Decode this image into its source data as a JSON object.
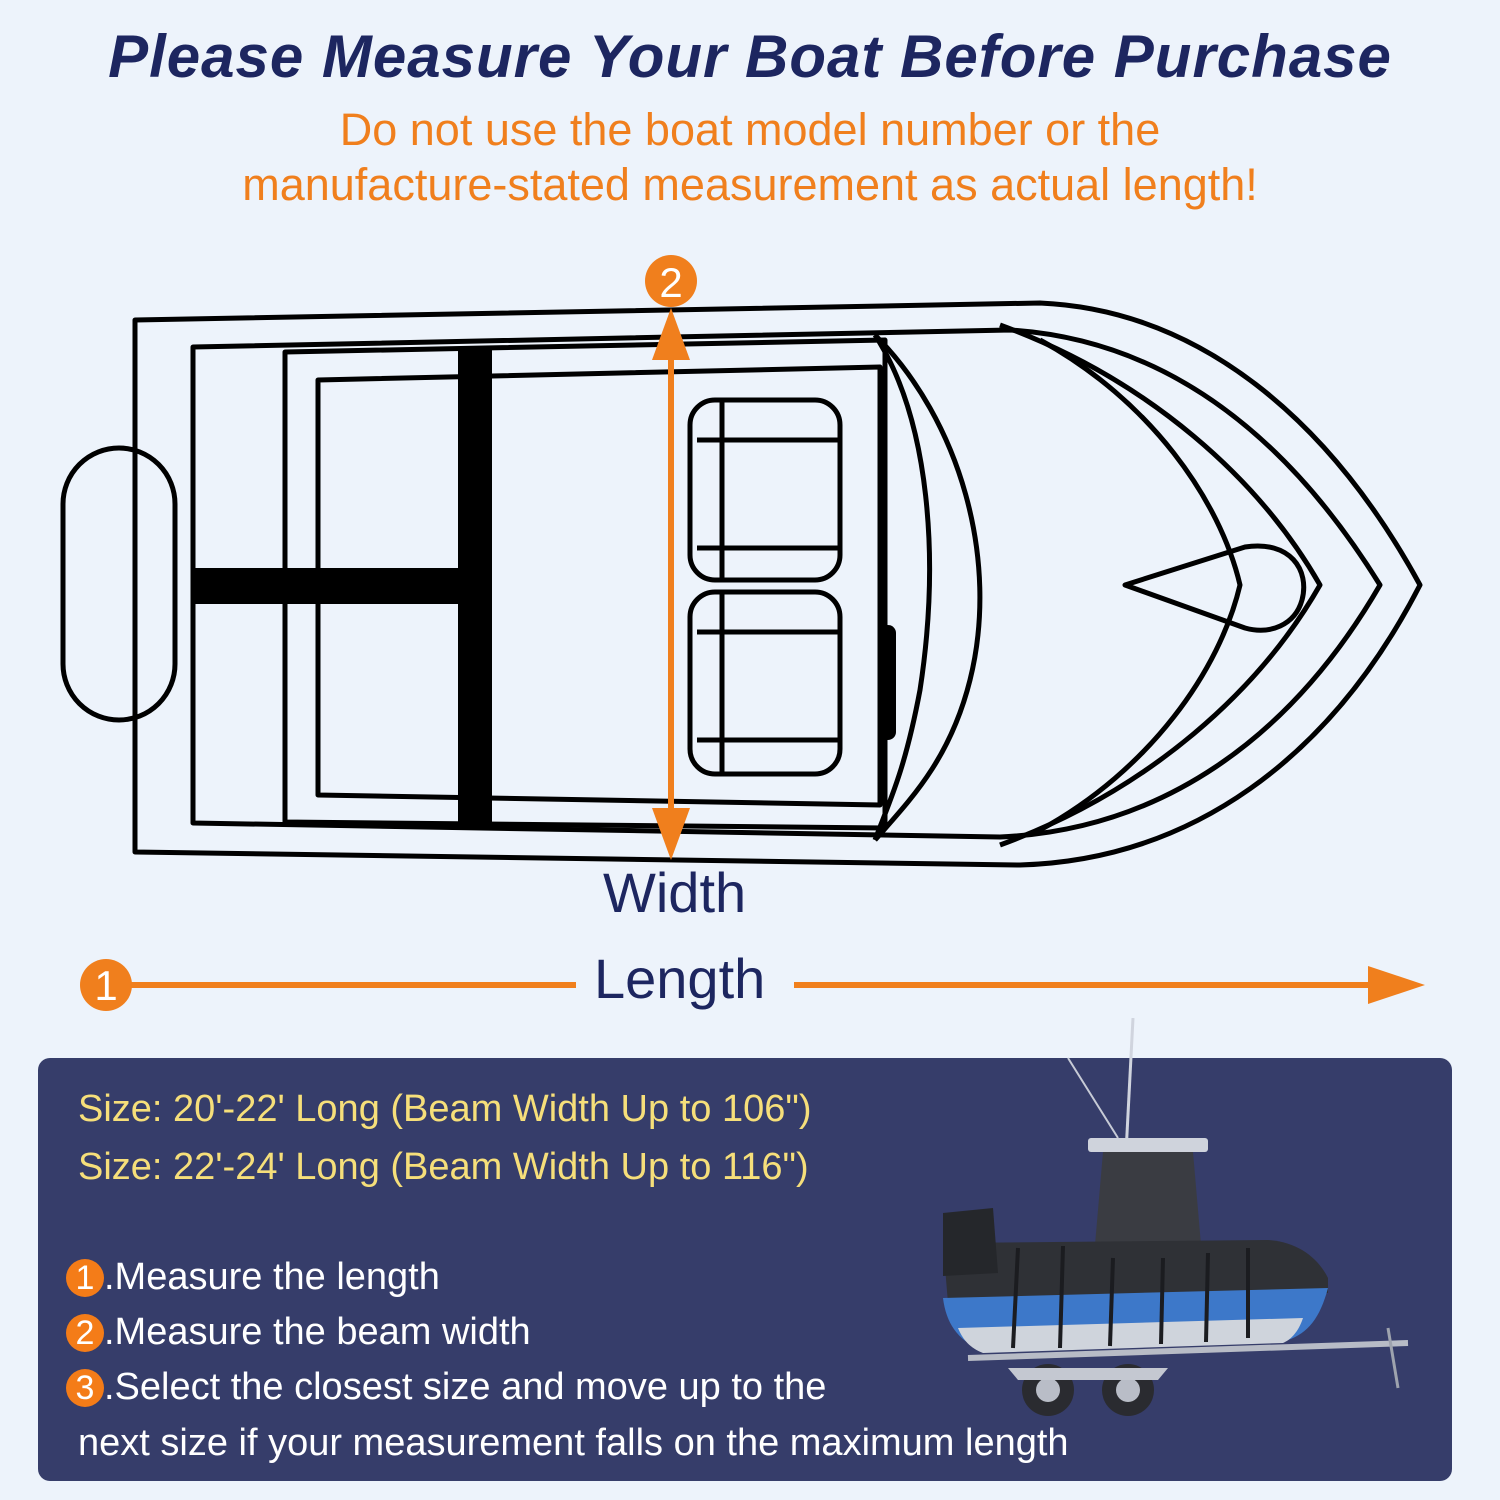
{
  "headline": "Please Measure Your Boat Before Purchase",
  "warning": {
    "line1": "Do not use the boat model number or the",
    "line2": "manufacture-stated measurement as actual length!"
  },
  "diagram": {
    "width_marker": "2",
    "width_label": "Width",
    "length_marker": "1",
    "length_label": "Length",
    "accent_color": "#f07f1d",
    "line_color": "#000000"
  },
  "panel": {
    "sizes": [
      "Size: 20'-22' Long (Beam Width Up to 106\")",
      "Size: 22'-24' Long (Beam Width Up to 116\")"
    ],
    "steps": [
      {
        "num": "1",
        "text": ".Measure the length"
      },
      {
        "num": "2",
        "text": ".Measure the beam width"
      },
      {
        "num": "3",
        "text": ".Select the closest size and move up to the"
      }
    ],
    "step3_continuation": "next size if your measurement falls on the maximum length",
    "background": "#363d6a",
    "size_color": "#f6df7a"
  }
}
